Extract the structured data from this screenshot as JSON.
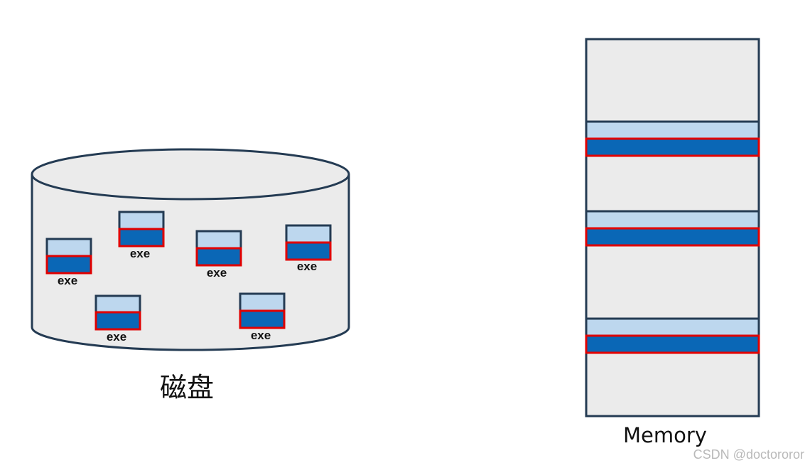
{
  "colors": {
    "container_fill": "#ebebeb",
    "outline": "#243b53",
    "light_block": "#bdd7ee",
    "dark_block": "#0a67b6",
    "highlight_border": "#e00000"
  },
  "disk": {
    "label": "磁盘",
    "files": [
      {
        "label": "exe"
      },
      {
        "label": "exe"
      },
      {
        "label": "exe"
      },
      {
        "label": "exe"
      },
      {
        "label": "exe"
      },
      {
        "label": "exe"
      }
    ]
  },
  "memory": {
    "label": "Memory",
    "loaded_blocks": 3
  },
  "watermark": "CSDN @doctororor"
}
